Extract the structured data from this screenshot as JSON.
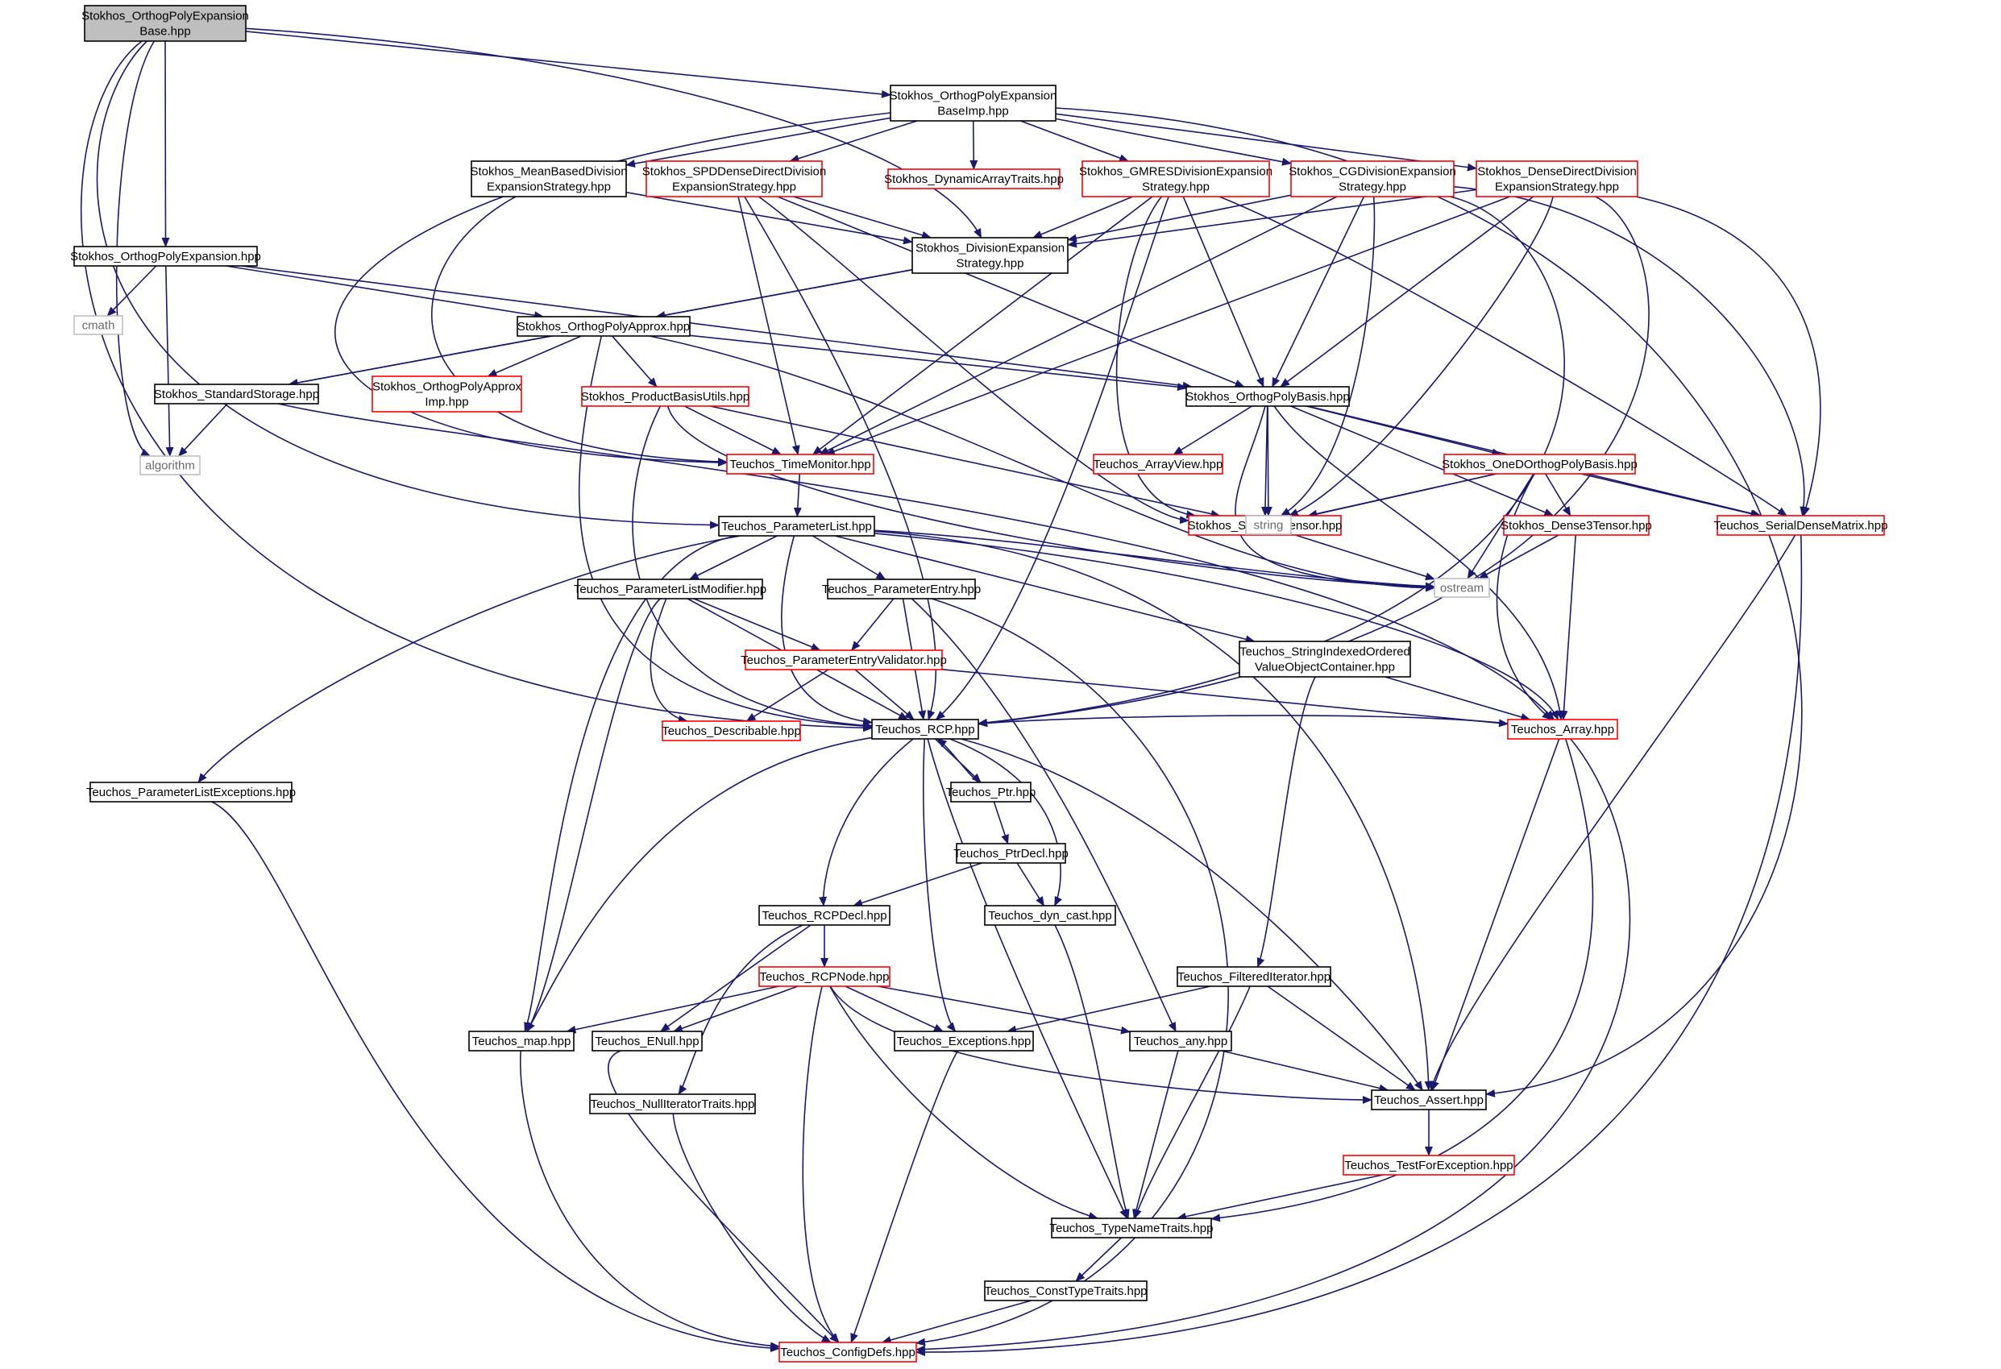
{
  "graph": {
    "colors": {
      "edge": "#191970",
      "border_normal": "#000000",
      "border_incomplete": "#ff0000",
      "border_external": "#bfbfbf",
      "root_fill": "#bfbfbf"
    },
    "nodes": [
      {
        "id": "root",
        "lines": [
          "Stokhos_OrthogPolyExpansion",
          "Base.hpp"
        ],
        "style": "root"
      },
      {
        "id": "basei",
        "lines": [
          "Stokhos_OrthogPolyExpansion",
          "BaseImp.hpp"
        ],
        "style": "normal"
      },
      {
        "id": "meanbased",
        "lines": [
          "Stokhos_MeanBasedDivision",
          "ExpansionStrategy.hpp"
        ],
        "style": "normal"
      },
      {
        "id": "spddense",
        "lines": [
          "Stokhos_SPDDenseDirectDivision",
          "ExpansionStrategy.hpp"
        ],
        "style": "incomplete"
      },
      {
        "id": "dynarray",
        "lines": [
          "Stokhos_DynamicArrayTraits.hpp"
        ],
        "style": "incomplete"
      },
      {
        "id": "gmres",
        "lines": [
          "Stokhos_GMRESDivisionExpansion",
          "Strategy.hpp"
        ],
        "style": "incomplete"
      },
      {
        "id": "cgdiv",
        "lines": [
          "Stokhos_CGDivisionExpansion",
          "Strategy.hpp"
        ],
        "style": "incomplete"
      },
      {
        "id": "densedirect",
        "lines": [
          "Stokhos_DenseDirectDivision",
          "ExpansionStrategy.hpp"
        ],
        "style": "incomplete"
      },
      {
        "id": "ope",
        "lines": [
          "Stokhos_OrthogPolyExpansion.hpp"
        ],
        "style": "normal"
      },
      {
        "id": "divexp",
        "lines": [
          "Stokhos_DivisionExpansion",
          "Strategy.hpp"
        ],
        "style": "normal"
      },
      {
        "id": "cmath",
        "lines": [
          "cmath"
        ],
        "style": "external"
      },
      {
        "id": "opa",
        "lines": [
          "Stokhos_OrthogPolyApprox.hpp"
        ],
        "style": "normal"
      },
      {
        "id": "stdstorage",
        "lines": [
          "Stokhos_StandardStorage.hpp"
        ],
        "style": "normal"
      },
      {
        "id": "opaimp",
        "lines": [
          "Stokhos_OrthogPolyApprox",
          "Imp.hpp"
        ],
        "style": "incomplete"
      },
      {
        "id": "pbu",
        "lines": [
          "Stokhos_ProductBasisUtils.hpp"
        ],
        "style": "incomplete"
      },
      {
        "id": "opb",
        "lines": [
          "Stokhos_OrthogPolyBasis.hpp"
        ],
        "style": "normal"
      },
      {
        "id": "algorithm",
        "lines": [
          "algorithm"
        ],
        "style": "external"
      },
      {
        "id": "timemon",
        "lines": [
          "Teuchos_TimeMonitor.hpp"
        ],
        "style": "incomplete"
      },
      {
        "id": "arrayview",
        "lines": [
          "Teuchos_ArrayView.hpp"
        ],
        "style": "incomplete"
      },
      {
        "id": "oned",
        "lines": [
          "Stokhos_OneDOrthogPolyBasis.hpp"
        ],
        "style": "incomplete"
      },
      {
        "id": "plist",
        "lines": [
          "Teuchos_ParameterList.hpp"
        ],
        "style": "normal"
      },
      {
        "id": "sparse3",
        "lines": [
          "Stokhos_Sparse3Tensor.hpp"
        ],
        "style": "incomplete"
      },
      {
        "id": "string",
        "lines": [
          "string"
        ],
        "style": "external"
      },
      {
        "id": "dense3",
        "lines": [
          "Stokhos_Dense3Tensor.hpp"
        ],
        "style": "incomplete"
      },
      {
        "id": "serialdense",
        "lines": [
          "Teuchos_SerialDenseMatrix.hpp"
        ],
        "style": "incomplete"
      },
      {
        "id": "plmod",
        "lines": [
          "Teuchos_ParameterListModifier.hpp"
        ],
        "style": "normal"
      },
      {
        "id": "pentry",
        "lines": [
          "Teuchos_ParameterEntry.hpp"
        ],
        "style": "normal"
      },
      {
        "id": "ostream",
        "lines": [
          "ostream"
        ],
        "style": "external"
      },
      {
        "id": "pev",
        "lines": [
          "Teuchos_ParameterEntryValidator.hpp"
        ],
        "style": "incomplete"
      },
      {
        "id": "sioc",
        "lines": [
          "Teuchos_StringIndexedOrdered",
          "ValueObjectContainer.hpp"
        ],
        "style": "normal"
      },
      {
        "id": "describable",
        "lines": [
          "Teuchos_Describable.hpp"
        ],
        "style": "incomplete"
      },
      {
        "id": "rcp",
        "lines": [
          "Teuchos_RCP.hpp"
        ],
        "style": "normal"
      },
      {
        "id": "array",
        "lines": [
          "Teuchos_Array.hpp"
        ],
        "style": "incomplete"
      },
      {
        "id": "plexc",
        "lines": [
          "Teuchos_ParameterListExceptions.hpp"
        ],
        "style": "normal"
      },
      {
        "id": "ptr",
        "lines": [
          "Teuchos_Ptr.hpp"
        ],
        "style": "normal"
      },
      {
        "id": "ptrdecl",
        "lines": [
          "Teuchos_PtrDecl.hpp"
        ],
        "style": "normal"
      },
      {
        "id": "rcpdecl",
        "lines": [
          "Teuchos_RCPDecl.hpp"
        ],
        "style": "normal"
      },
      {
        "id": "dyncast",
        "lines": [
          "Teuchos_dyn_cast.hpp"
        ],
        "style": "normal"
      },
      {
        "id": "rcpnode",
        "lines": [
          "Teuchos_RCPNode.hpp"
        ],
        "style": "incomplete"
      },
      {
        "id": "filtered",
        "lines": [
          "Teuchos_FilteredIterator.hpp"
        ],
        "style": "normal"
      },
      {
        "id": "map",
        "lines": [
          "Teuchos_map.hpp"
        ],
        "style": "normal"
      },
      {
        "id": "enull",
        "lines": [
          "Teuchos_ENull.hpp"
        ],
        "style": "normal"
      },
      {
        "id": "exceptions",
        "lines": [
          "Teuchos_Exceptions.hpp"
        ],
        "style": "normal"
      },
      {
        "id": "any",
        "lines": [
          "Teuchos_any.hpp"
        ],
        "style": "normal"
      },
      {
        "id": "assert",
        "lines": [
          "Teuchos_Assert.hpp"
        ],
        "style": "normal"
      },
      {
        "id": "nulliter",
        "lines": [
          "Teuchos_NullIteratorTraits.hpp"
        ],
        "style": "normal"
      },
      {
        "id": "testforexc",
        "lines": [
          "Teuchos_TestForException.hpp"
        ],
        "style": "incomplete"
      },
      {
        "id": "typename",
        "lines": [
          "Teuchos_TypeNameTraits.hpp"
        ],
        "style": "normal"
      },
      {
        "id": "consttype",
        "lines": [
          "Teuchos_ConstTypeTraits.hpp"
        ],
        "style": "normal"
      },
      {
        "id": "configdefs",
        "lines": [
          "Teuchos_ConfigDefs.hpp"
        ],
        "style": "incomplete"
      }
    ],
    "edges": [
      [
        "root",
        "basei"
      ],
      [
        "root",
        "ope"
      ],
      [
        "root",
        "divexp"
      ],
      [
        "root",
        "rcp"
      ],
      [
        "root",
        "plist"
      ],
      [
        "root",
        "algorithm"
      ],
      [
        "basei",
        "meanbased"
      ],
      [
        "basei",
        "spddense"
      ],
      [
        "basei",
        "dynarray"
      ],
      [
        "basei",
        "gmres"
      ],
      [
        "basei",
        "cgdiv"
      ],
      [
        "basei",
        "densedirect"
      ],
      [
        "basei",
        "timemon"
      ],
      [
        "basei",
        "assert"
      ],
      [
        "meanbased",
        "divexp"
      ],
      [
        "meanbased",
        "timemon"
      ],
      [
        "spddense",
        "divexp"
      ],
      [
        "spddense",
        "timemon"
      ],
      [
        "spddense",
        "rcp"
      ],
      [
        "spddense",
        "opb"
      ],
      [
        "spddense",
        "sparse3"
      ],
      [
        "gmres",
        "divexp"
      ],
      [
        "gmres",
        "timemon"
      ],
      [
        "gmres",
        "rcp"
      ],
      [
        "gmres",
        "opb"
      ],
      [
        "gmres",
        "sparse3"
      ],
      [
        "gmres",
        "serialdense"
      ],
      [
        "cgdiv",
        "divexp"
      ],
      [
        "cgdiv",
        "timemon"
      ],
      [
        "cgdiv",
        "rcp"
      ],
      [
        "cgdiv",
        "opb"
      ],
      [
        "cgdiv",
        "sparse3"
      ],
      [
        "cgdiv",
        "serialdense"
      ],
      [
        "densedirect",
        "divexp"
      ],
      [
        "densedirect",
        "timemon"
      ],
      [
        "densedirect",
        "rcp"
      ],
      [
        "densedirect",
        "opb"
      ],
      [
        "densedirect",
        "sparse3"
      ],
      [
        "densedirect",
        "serialdense"
      ],
      [
        "ope",
        "cmath"
      ],
      [
        "ope",
        "opa"
      ],
      [
        "ope",
        "opb"
      ],
      [
        "ope",
        "algorithm"
      ],
      [
        "divexp",
        "opa"
      ],
      [
        "divexp",
        "stdstorage"
      ],
      [
        "opa",
        "stdstorage"
      ],
      [
        "opa",
        "opaimp"
      ],
      [
        "opa",
        "pbu"
      ],
      [
        "opa",
        "opb"
      ],
      [
        "opa",
        "rcp"
      ],
      [
        "opa",
        "ostream"
      ],
      [
        "stdstorage",
        "algorithm"
      ],
      [
        "stdstorage",
        "array"
      ],
      [
        "pbu",
        "timemon"
      ],
      [
        "pbu",
        "rcp"
      ],
      [
        "pbu",
        "sparse3"
      ],
      [
        "pbu",
        "ostream"
      ],
      [
        "opb",
        "arrayview"
      ],
      [
        "opb",
        "oned"
      ],
      [
        "opb",
        "sparse3"
      ],
      [
        "opb",
        "string"
      ],
      [
        "opb",
        "dense3"
      ],
      [
        "opb",
        "serialdense"
      ],
      [
        "opb",
        "array"
      ],
      [
        "opb",
        "ostream"
      ],
      [
        "timemon",
        "plist"
      ],
      [
        "oned",
        "sparse3"
      ],
      [
        "oned",
        "dense3"
      ],
      [
        "oned",
        "serialdense"
      ],
      [
        "oned",
        "string"
      ],
      [
        "oned",
        "ostream"
      ],
      [
        "oned",
        "array"
      ],
      [
        "sparse3",
        "ostream"
      ],
      [
        "dense3",
        "array"
      ],
      [
        "dense3",
        "ostream"
      ],
      [
        "serialdense",
        "assert"
      ],
      [
        "serialdense",
        "configdefs"
      ],
      [
        "plist",
        "plmod"
      ],
      [
        "plist",
        "pentry"
      ],
      [
        "plist",
        "plexc"
      ],
      [
        "plist",
        "rcp"
      ],
      [
        "plist",
        "sioc"
      ],
      [
        "plist",
        "map"
      ],
      [
        "plist",
        "assert"
      ],
      [
        "plist",
        "array"
      ],
      [
        "plist",
        "ostream"
      ],
      [
        "plmod",
        "pev"
      ],
      [
        "plmod",
        "rcp"
      ],
      [
        "plmod",
        "map"
      ],
      [
        "plmod",
        "describable"
      ],
      [
        "pentry",
        "pev"
      ],
      [
        "pentry",
        "rcp"
      ],
      [
        "pentry",
        "any"
      ],
      [
        "pentry",
        "configdefs"
      ],
      [
        "pev",
        "describable"
      ],
      [
        "pev",
        "rcp"
      ],
      [
        "pev",
        "array"
      ],
      [
        "sioc",
        "array"
      ],
      [
        "sioc",
        "filtered"
      ],
      [
        "rcp",
        "ptr"
      ],
      [
        "rcp",
        "rcpdecl"
      ],
      [
        "rcp",
        "dyncast"
      ],
      [
        "rcp",
        "map"
      ],
      [
        "rcp",
        "exceptions"
      ],
      [
        "rcp",
        "assert"
      ],
      [
        "rcp",
        "typename"
      ],
      [
        "array",
        "assert"
      ],
      [
        "array",
        "typename"
      ],
      [
        "array",
        "configdefs"
      ],
      [
        "array",
        "rcp"
      ],
      [
        "ptr",
        "ptrdecl"
      ],
      [
        "ptr",
        "rcp"
      ],
      [
        "ptrdecl",
        "rcpdecl"
      ],
      [
        "ptrdecl",
        "dyncast"
      ],
      [
        "rcpdecl",
        "rcpnode"
      ],
      [
        "rcpdecl",
        "enull"
      ],
      [
        "rcpdecl",
        "nulliter"
      ],
      [
        "rcpnode",
        "map"
      ],
      [
        "rcpnode",
        "enull"
      ],
      [
        "rcpnode",
        "exceptions"
      ],
      [
        "rcpnode",
        "any"
      ],
      [
        "rcpnode",
        "assert"
      ],
      [
        "rcpnode",
        "typename"
      ],
      [
        "rcpnode",
        "configdefs"
      ],
      [
        "dyncast",
        "typename"
      ],
      [
        "filtered",
        "exceptions"
      ],
      [
        "filtered",
        "assert"
      ],
      [
        "filtered",
        "typename"
      ],
      [
        "map",
        "configdefs"
      ],
      [
        "enull",
        "configdefs"
      ],
      [
        "exceptions",
        "configdefs"
      ],
      [
        "any",
        "assert"
      ],
      [
        "any",
        "typename"
      ],
      [
        "assert",
        "testforexc"
      ],
      [
        "testforexc",
        "typename"
      ],
      [
        "nulliter",
        "configdefs"
      ],
      [
        "plexc",
        "configdefs"
      ],
      [
        "typename",
        "consttype"
      ],
      [
        "consttype",
        "configdefs"
      ]
    ]
  }
}
